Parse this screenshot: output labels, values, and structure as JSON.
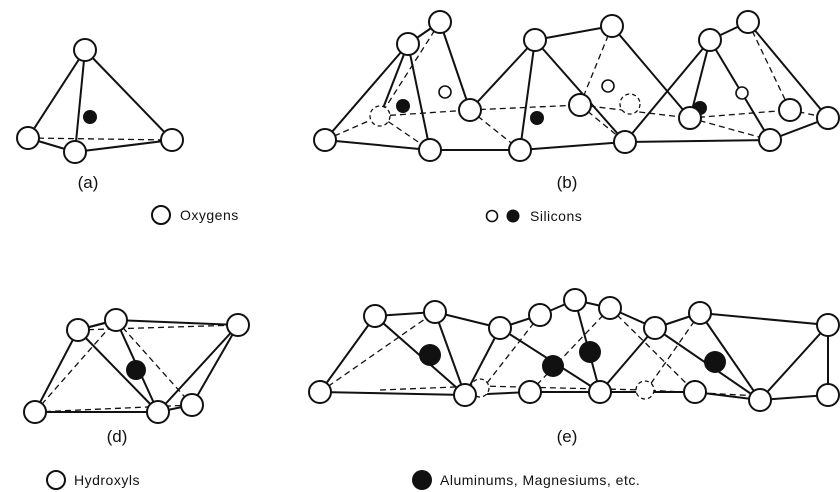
{
  "panels": {
    "a": "(a)",
    "b": "(b)",
    "d": "(d)",
    "e": "(e)"
  },
  "legend": {
    "oxygens": "Oxygens",
    "silicons": "Silicons",
    "hydroxyls": "Hydroxyls",
    "cations": "Aluminums, Magnesiums, etc."
  },
  "colors": {
    "ink": "#111111",
    "paper": "#ffffff"
  }
}
